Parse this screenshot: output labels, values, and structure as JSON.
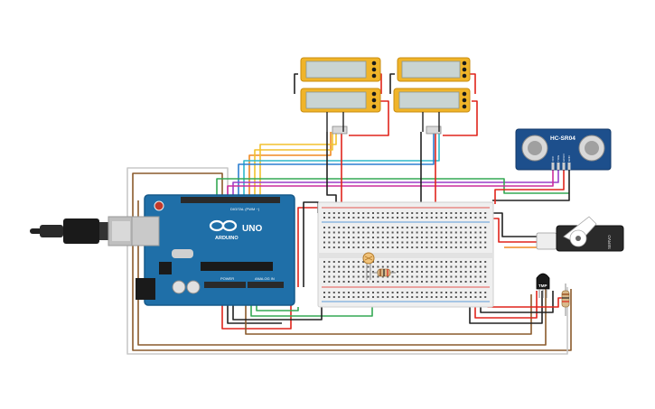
{
  "arduino": {
    "brand_text": "ARDUINO",
    "model_text": "UNO",
    "digital_label": "DIGITAL (PWM ~)",
    "power_label": "POWER",
    "analog_label": "ANALOG IN"
  },
  "sensor": {
    "model_text": "HC-SR04",
    "pins": [
      "VCC",
      "TRIG",
      "ECHO",
      "GND"
    ]
  },
  "tmp_sensor": {
    "label_text": "TMP"
  },
  "servo": {
    "label_text": "SERVO"
  },
  "colors": {
    "arduino_blue": "#1f6fa8",
    "lcd_frame": "#f0b429",
    "lcd_screen": "#c9d4d2",
    "breadboard": "#efefef",
    "wire_red": "#e0241b",
    "wire_black": "#222222",
    "wire_green": "#34a853",
    "wire_yellow": "#f2c12e",
    "wire_orange": "#f08a24",
    "wire_cyan": "#2fb8c9",
    "wire_blue": "#2c7fd1",
    "wire_purple": "#9b3fc8",
    "wire_magenta": "#cc2d9c",
    "wire_brown": "#8a5a2b",
    "hcsr04_blue": "#1d4f8c"
  }
}
